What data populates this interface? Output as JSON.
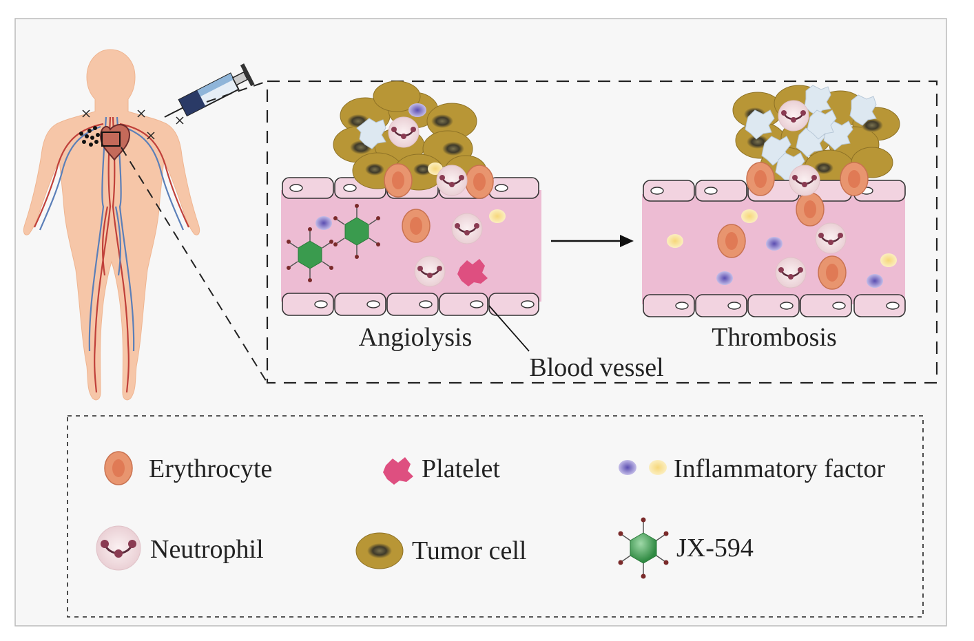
{
  "panel_labels": {
    "left": "Angiolysis",
    "right": "Thrombosis",
    "pointer": "Blood vessel"
  },
  "legend": {
    "erythrocyte": "Erythrocyte",
    "platelet": "Platelet",
    "inflammatory_factor": "Inflammatory factor",
    "neutrophil": "Neutrophil",
    "tumor_cell": "Tumor cell",
    "virus": "JX-594"
  },
  "colors": {
    "skin": "#f6c6a8",
    "vessel_wall": "#f2d3e0",
    "vessel_lumen": "#edbcd3",
    "erythrocyte": "#e8956f",
    "erythrocyte_core": "#e07a55",
    "platelet": "#de4f80",
    "inflammatory_purple": "#7a6cc4",
    "inflammatory_yellow": "#f6dc86",
    "neutrophil": "#f2dde0",
    "neutrophil_nucleus": "#8a3b52",
    "tumor": "#b89636",
    "tumor_core": "#4b4432",
    "virus": "#3a9b4e",
    "clot": "#dde8f1"
  }
}
